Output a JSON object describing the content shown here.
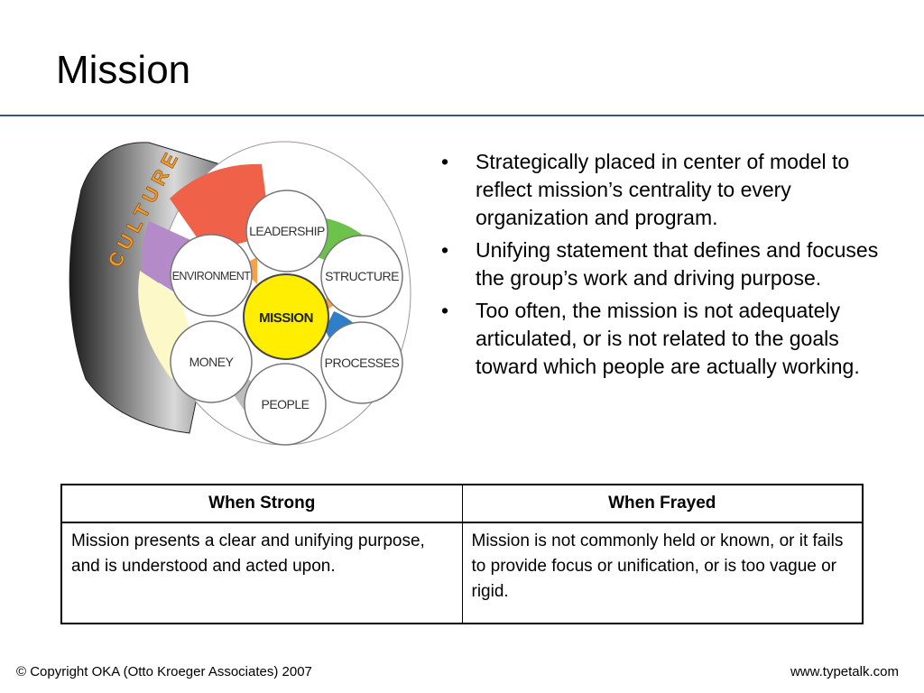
{
  "slide": {
    "title": "Mission"
  },
  "diagram": {
    "outer_label": "CULTURE",
    "center_label": "MISSION",
    "circle_labels": {
      "leadership": "LEADERSHIP",
      "structure": "STRUCTURE",
      "processes": "PROCESSES",
      "people": "PEOPLE",
      "money": "MONEY",
      "environment": "ENVIRONMENT"
    },
    "colors": {
      "center": "#ffee00",
      "wedge_red": "#f0614a",
      "wedge_green": "#6cc24a",
      "wedge_blue": "#2f7fc8",
      "wedge_gray": "#bdbdbd",
      "wedge_cream": "#fdf8c8",
      "wedge_purple": "#b48ac8",
      "wedge_orange": "#f6a24a",
      "culture_text": "#f39a2a"
    }
  },
  "bullets": [
    "Strategically placed in center of model to reflect mission’s centrality to every organization and program.",
    "Unifying statement that defines and focuses the group’s work and driving purpose.",
    "Too often, the mission is not adequately articulated, or is not related to the goals toward which people are actually working."
  ],
  "bullet_symbol": "•",
  "table": {
    "headers": [
      "When Strong",
      "When Frayed"
    ],
    "rows": [
      [
        "Mission presents a clear and unifying purpose, and is understood and acted upon.",
        "Mission is not commonly held or known, or it fails to provide focus or unification, or is too vague or rigid."
      ]
    ]
  },
  "footer": {
    "copyright": "© Copyright OKA (Otto Kroeger Associates) 2007",
    "url": "www.typetalk.com"
  }
}
